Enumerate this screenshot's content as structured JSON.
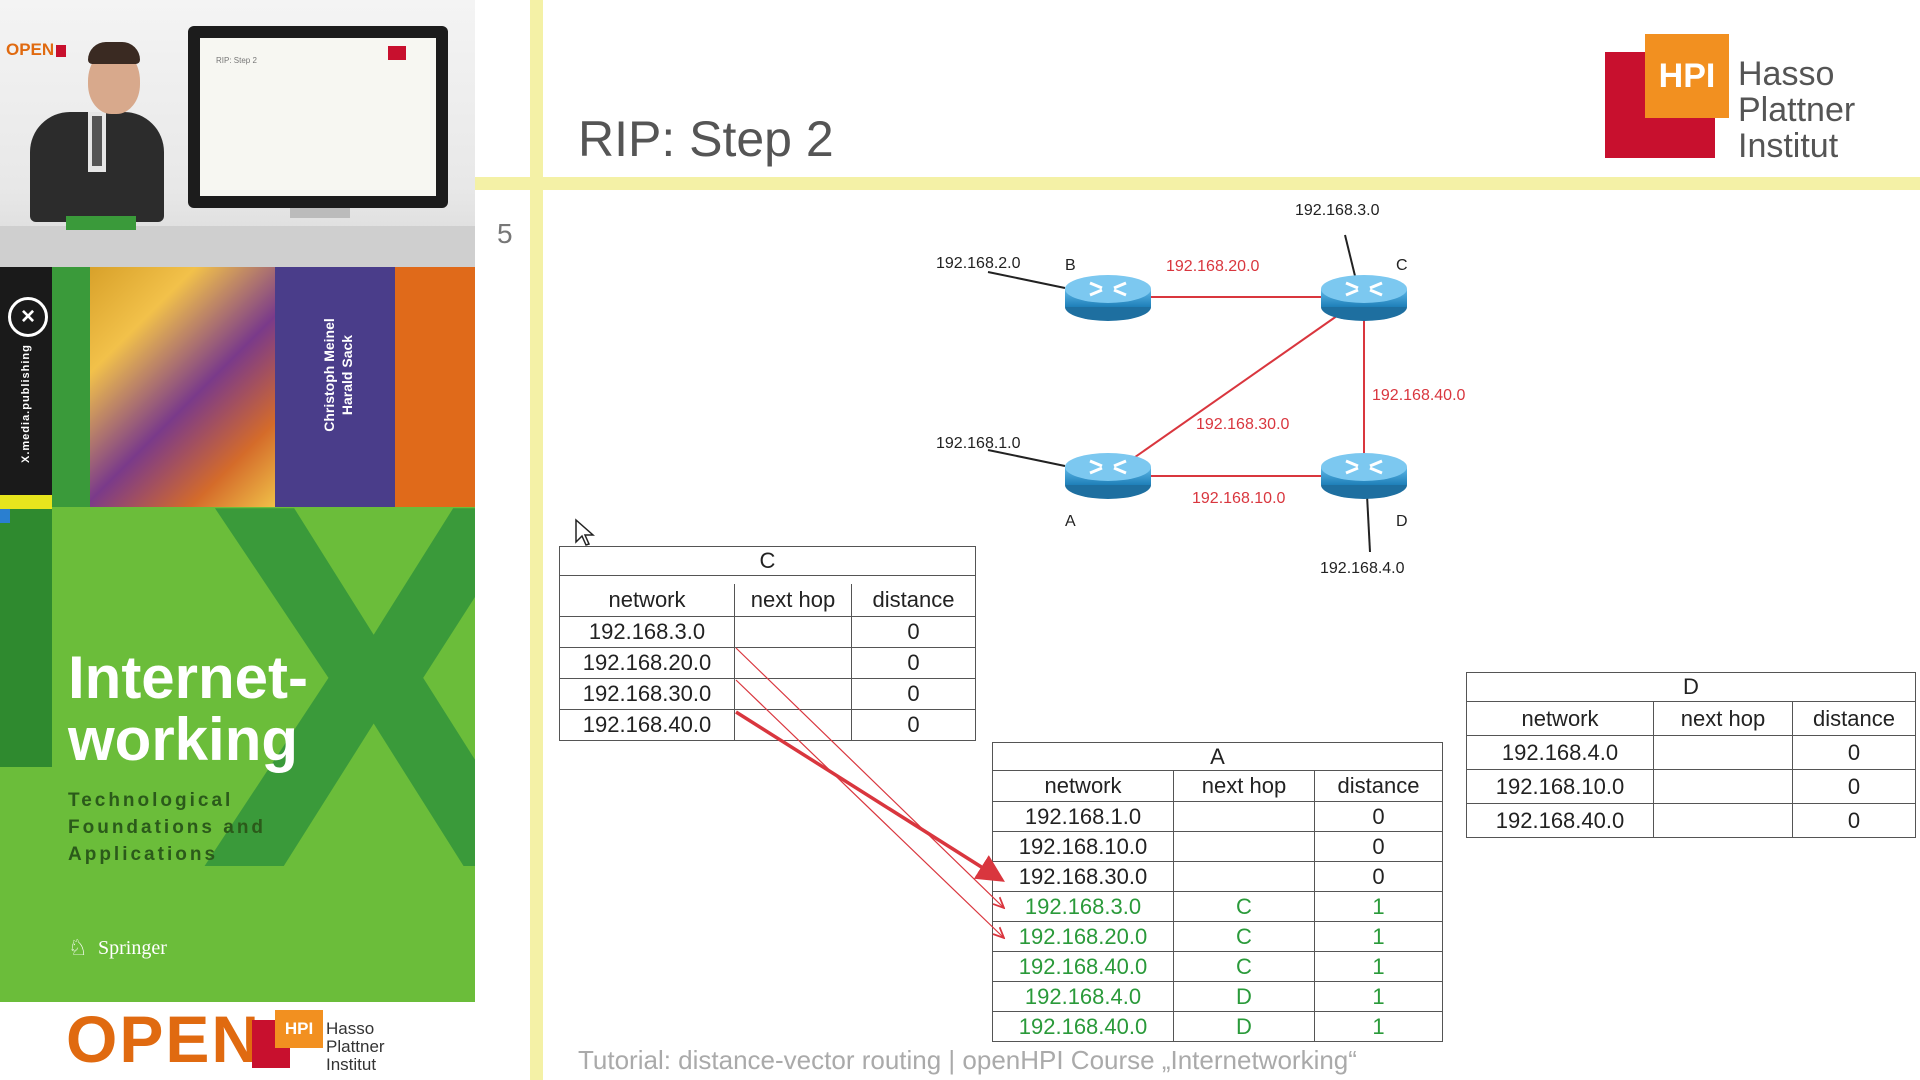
{
  "video": {
    "logo": "OPEN",
    "monitor_title": "RIP: Step 2"
  },
  "book": {
    "publisher": "X.media.publishing",
    "authors": [
      "Christoph Meinel",
      "Harald Sack"
    ],
    "title_line1": "Internet-",
    "title_line2": "working",
    "subtitle": [
      "Technological",
      "Foundations and",
      "Applications"
    ],
    "springer": "Springer"
  },
  "footer_logo": {
    "open": "OPEN",
    "hpi": "HPI",
    "hasso": [
      "Hasso",
      "Plattner",
      "Institut"
    ]
  },
  "slide": {
    "title": "RIP: Step 2",
    "number": "5",
    "logo_hpi": "HPI",
    "logo_text": [
      "Hasso",
      "Plattner",
      "Institut"
    ],
    "footer": "Tutorial: distance-vector routing |  openHPI Course „Internetworking“",
    "link_color": "#d9363e",
    "green": "#2a9a3a"
  },
  "diagram": {
    "routers": [
      "A",
      "B",
      "C",
      "D"
    ],
    "links": {
      "bc": "192.168.20.0",
      "ac": "192.168.30.0",
      "cd": "192.168.40.0",
      "ad": "192.168.10.0"
    },
    "stubs": {
      "a": "192.168.1.0",
      "b": "192.168.2.0",
      "c": "192.168.3.0",
      "d": "192.168.4.0"
    }
  },
  "tables": {
    "headers": [
      "network",
      "next hop",
      "distance"
    ],
    "C": {
      "caption": "C",
      "rows": [
        [
          "192.168.3.0",
          "",
          "0"
        ],
        [
          "192.168.20.0",
          "",
          "0"
        ],
        [
          "192.168.30.0",
          "",
          "0"
        ],
        [
          "192.168.40.0",
          "",
          "0"
        ]
      ]
    },
    "A": {
      "caption": "A",
      "rows": [
        [
          "192.168.1.0",
          "",
          "0"
        ],
        [
          "192.168.10.0",
          "",
          "0"
        ],
        [
          "192.168.30.0",
          "",
          "0"
        ],
        [
          "192.168.3.0",
          "C",
          "1"
        ],
        [
          "192.168.20.0",
          "C",
          "1"
        ],
        [
          "192.168.40.0",
          "C",
          "1"
        ],
        [
          "192.168.4.0",
          "D",
          "1"
        ],
        [
          "192.168.40.0",
          "D",
          "1"
        ]
      ]
    },
    "D": {
      "caption": "D",
      "rows": [
        [
          "192.168.4.0",
          "",
          "0"
        ],
        [
          "192.168.10.0",
          "",
          "0"
        ],
        [
          "192.168.40.0",
          "",
          "0"
        ]
      ]
    }
  }
}
